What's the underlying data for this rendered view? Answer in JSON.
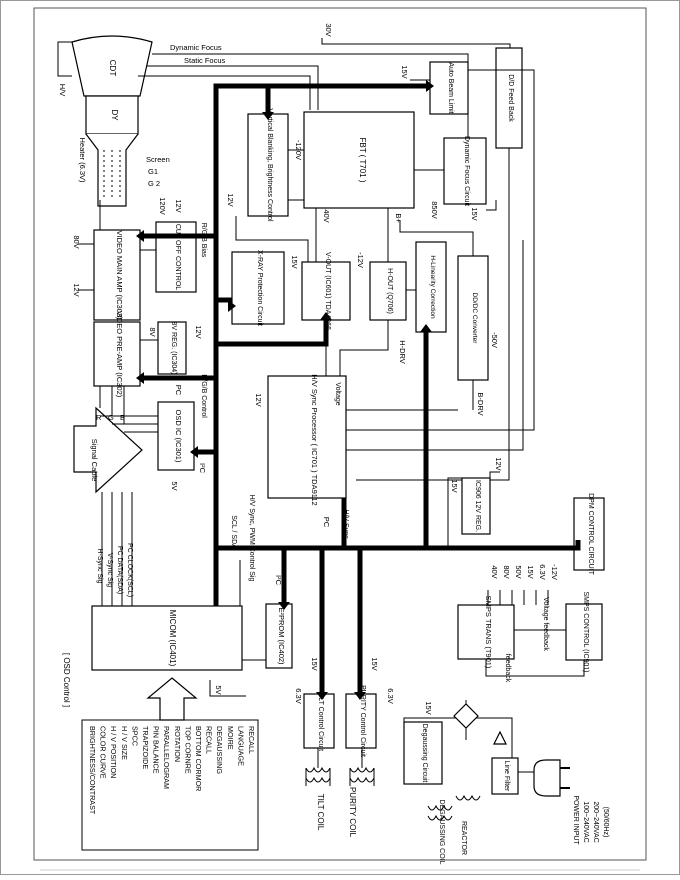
{
  "labels": {
    "v30": "30V",
    "dynamic_focus": "Dynamic Focus",
    "static_focus": "Static Focus",
    "v15_abl": "15V",
    "hv": "H/V",
    "cdt": "CDT",
    "dy": "DY",
    "heater": "Heater (6.3V)",
    "screen": "Screen",
    "g1": "G1",
    "g2": "G 2",
    "minus120": "-120V",
    "v120": "120V",
    "v12_cutoff": "12V",
    "rgb_bias": "R/G/B Bias",
    "v12_vb": "12V",
    "v40": "40V",
    "v80": "80V",
    "v12_amp": "12V",
    "v850": "850V",
    "v15_df": "15V",
    "bplus": "B+",
    "v15_vout": "15V",
    "minus12_hout": "-12V",
    "v8": "8V",
    "v12_reg": "12V",
    "minus50": "-50V",
    "pc_top": "PC",
    "rgb_control": "R/G/B Control",
    "v12_proc": "12V",
    "voltage": "Voltage",
    "h_drv": "H-DRV",
    "b_drv": "B-DRV",
    "r": "R",
    "g": "G",
    "b": "B",
    "v5_osd": "5V",
    "i2c_osd": "I²C",
    "v15_reg": "15V",
    "v12_out": "12V",
    "scl_sda": "SCL / SDA",
    "hv_sync_pwm": "H/V Sync, PWM Control Sig",
    "pc_mid": "PC",
    "hv_sync": "H/V Sync",
    "v40_s": "40V",
    "v80_s": "80V",
    "v50_s": "50V",
    "v15_s": "15V",
    "v63_s": "6.3V",
    "minus12_s": "-12V",
    "hsync": "H-Sync Sig",
    "vsync": "V-Sync Sig",
    "pc_data": "PC DATA(SDA)",
    "pc_clock": "PC CLOCK(SCL)",
    "i2c_eep": "I²C",
    "v5_micom": "5V",
    "v15_tilt": "15V",
    "v15_pur": "15V",
    "v63_tilt": "6.3V",
    "v63_pur": "6.3V",
    "voltage_fb": "Voltage feedback",
    "feedback": "feedback",
    "v15_degauss": "15V"
  },
  "blocks": {
    "abl": "Auto Beam Limit",
    "dd_feedback": "D/D Feed Back",
    "vert_blanking": "Vertical Blanking, Brightness Control",
    "fbt": "FBT ( T701 )",
    "dyn_focus": "Dynamic Focus Circuit",
    "video_main": "VIDEO MAIN AMP (IC303)",
    "cutoff": "CUT OFF CONTROL",
    "xray": "X-RAY Protection Circuit",
    "vout": "V-OUT (IC601) TDA4866",
    "hout": "H-OUT (Q706)",
    "hlin": "H-Linearity Correction",
    "ddconv": "DD/DC Converter",
    "video_pre": "VIDEO PRE-AMP (IC302)",
    "reg8": "8V REG. (IC304)",
    "osd_ic": "OSD IC (IC301)",
    "signal_cable": "Signal Cable",
    "hv_proc": "H/V Sync Processor ( IC701 ) TDA9112",
    "reg12": "IC906 12V REG.",
    "dpm": "DPM CONTROL CIRCUIT",
    "micom": "MICOM (IC401)",
    "eeprom": "E²PROM (IC402)",
    "smps_trans": "SMPS TRANS (T901)",
    "smps_ctrl": "SMPS CONTROL (IC901)",
    "tilt": "TILT Control Circuit",
    "purity": "PURITY Control Circuit",
    "degauss": "Degaussing Circuit",
    "line_filter": "Line Filter"
  },
  "coils": {
    "tilt_coil": "TILT COIL",
    "purity_coil": "PURITY COIL",
    "degauss_coil": "DEGAUSSING COIL",
    "reactor": "REACTOR"
  },
  "power_input": [
    "POWER INPUT",
    "100~240VAC",
    "200~240VAC",
    "(50/60Hz)"
  ],
  "osd_control": {
    "title": "[ OSD Control ]",
    "items": [
      "BRIGHTNESS/CONTRAST",
      "COLOR CURVE",
      "H / V POSITION",
      "H / V SIZE",
      "SPCC",
      "TRAPIZOIDE",
      "PIN BALANCE",
      "PARALLELOGRAM",
      "ROTATION",
      "TOP CORNRE",
      "BOTTOM CORMOR",
      "RECALL",
      "DEGAUSSING",
      "MOIRE",
      "LANGUAGE",
      "RECALL"
    ]
  }
}
